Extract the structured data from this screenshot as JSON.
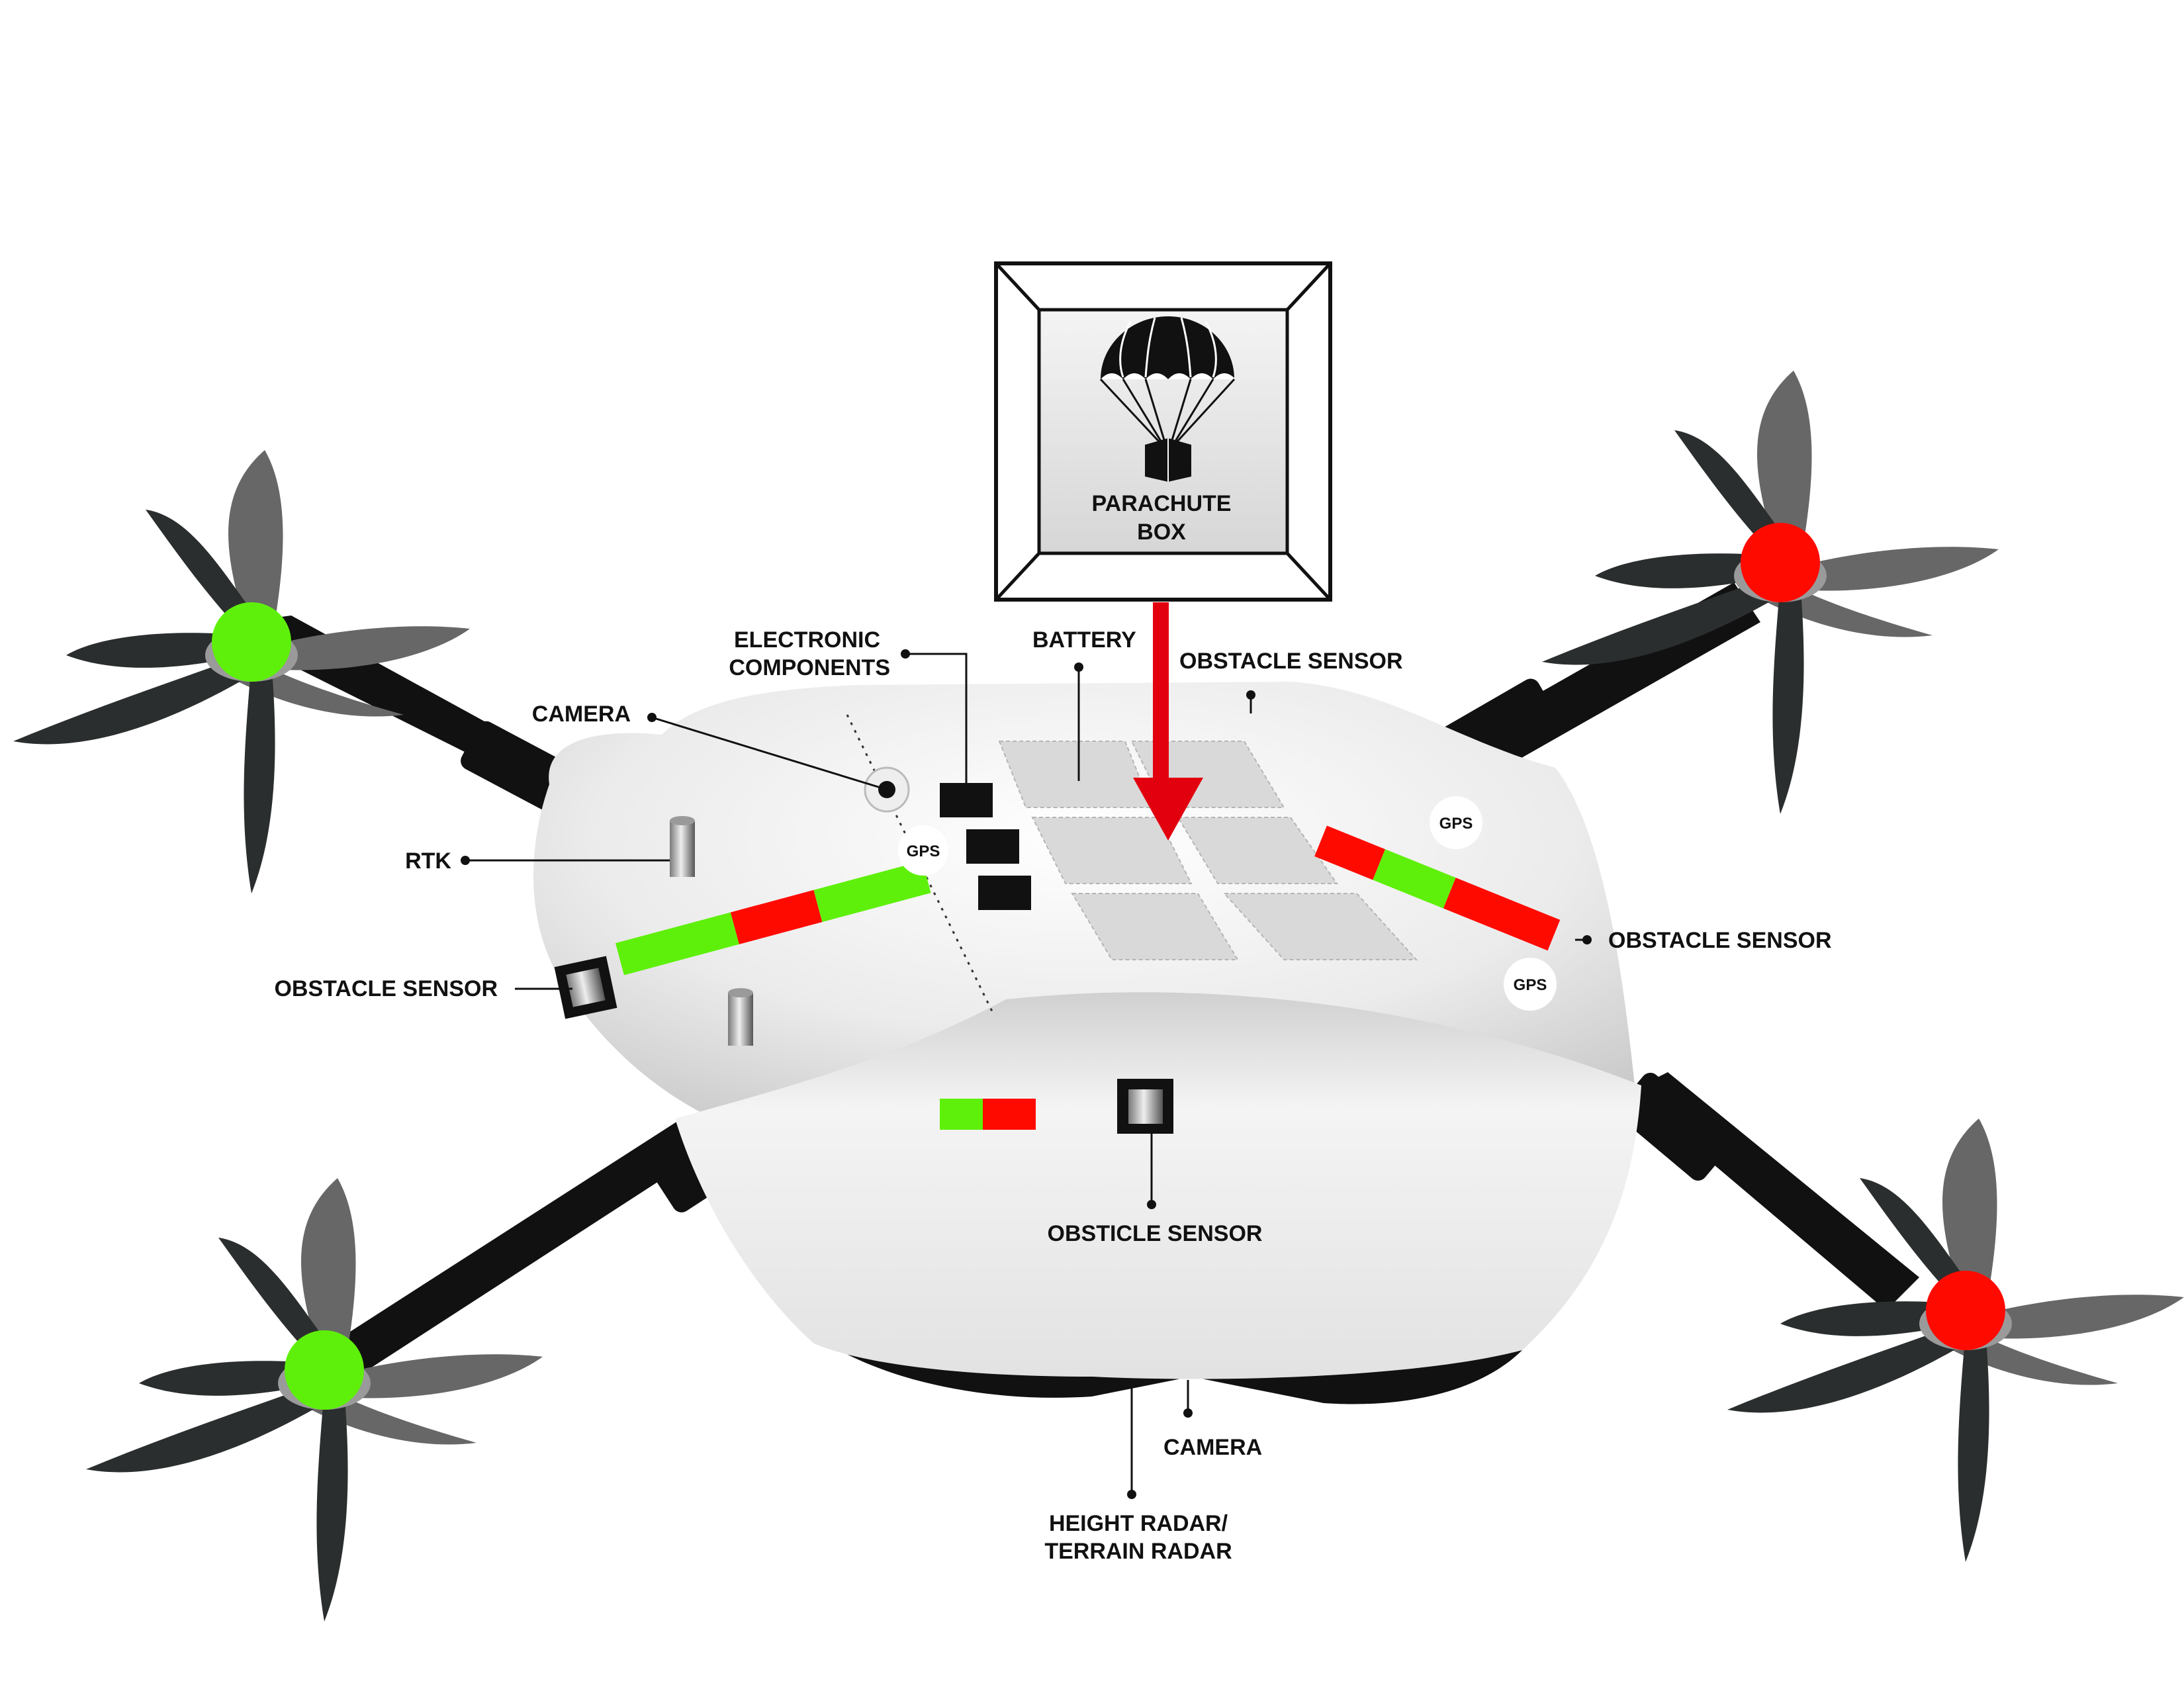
{
  "diagram": {
    "parachute_box": {
      "line1": "PARACHUTE",
      "line2": "BOX"
    },
    "labels": {
      "electronic_components": [
        "ELECTRONIC",
        "COMPONENTS"
      ],
      "battery": "BATTERY",
      "obstacle_sensor_top": "OBSTACLE SENSOR",
      "camera_top": "CAMERA",
      "rtk": "RTK",
      "obstacle_sensor_left": "OBSTACLE SENSOR",
      "obstacle_sensor_right": "OBSTACLE SENSOR",
      "obsticle_sensor_front": "OBSTICLE SENSOR",
      "camera_bottom": "CAMERA",
      "height_radar": [
        "HEIGHT RADAR/",
        "TERRAIN RADAR"
      ]
    },
    "gps_badges": [
      "GPS",
      "GPS",
      "GPS"
    ],
    "colors": {
      "green": "#5ef00a",
      "red": "#ff0a00",
      "arrow_red": "#e2000f",
      "arm": "#111111",
      "blade_dark": "#2b2e2e",
      "blade_light": "#676767",
      "body": "#e6e6e6"
    },
    "icons": [
      "parachute-icon",
      "box-icon"
    ]
  }
}
